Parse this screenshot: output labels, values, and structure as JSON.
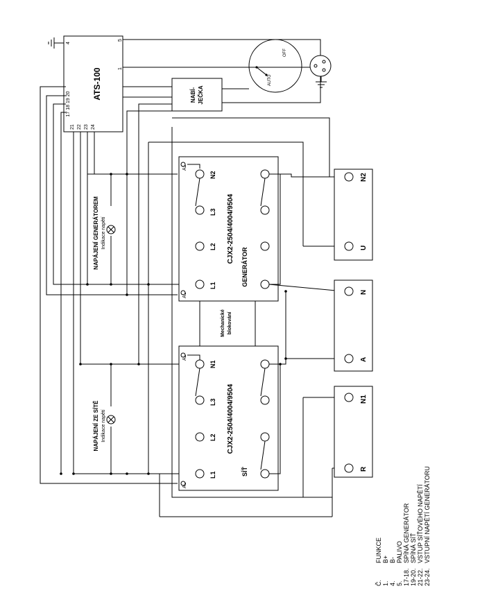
{
  "ats": {
    "title": "ATS-100",
    "pin_4": "4",
    "pin_5": "5",
    "pin_1": "1",
    "pins_top": "17 18 19 20",
    "pins_bottom": [
      "21",
      "22",
      "23",
      "24"
    ]
  },
  "charger": {
    "line1": "NABÍ-",
    "line2": "JEČKA"
  },
  "switch": {
    "off": "OFF",
    "auto": "AUTO"
  },
  "generator_feed": {
    "title": "NAPÁJENÍ GENERÁTOREM",
    "subtitle": "Indikace napětí"
  },
  "grid_feed": {
    "title": "NAPÁJENÍ ZE SÍTĚ",
    "subtitle": "Indikace napětí"
  },
  "contactor_gen": {
    "model": "CJX2-2504/4004/9504",
    "name": "GENERÁTOR",
    "terms": [
      "A2",
      "N2",
      "L3",
      "L2",
      "L1",
      "A1"
    ]
  },
  "contactor_grid": {
    "model": "CJX2-2504/4004/9504",
    "name": "SÍŤ",
    "terms": [
      "A2",
      "N1",
      "L3",
      "L2",
      "L1",
      "A1"
    ]
  },
  "interlock": {
    "line1": "Mechanické",
    "line2": "blokování"
  },
  "terminals": {
    "N2": "N2",
    "U": "U",
    "N": "N",
    "A": "A",
    "N1": "N1",
    "R": "R"
  },
  "legend": {
    "col1": [
      "Č.",
      "1.",
      "4.",
      "5.",
      "17-18.",
      "19-20.",
      "21-22.",
      "23-24."
    ],
    "col2": [
      "FUNKCE",
      "B+",
      "B-",
      "PALIVO",
      "SPÍNÁ GENERÁTOR",
      "SPÍNÁ SÍŤ",
      "VSTUP SÍŤOVÉHO NAPĚTÍ",
      "VSTUPNÍ NAPĚTÍ GENERÁTORU"
    ]
  }
}
